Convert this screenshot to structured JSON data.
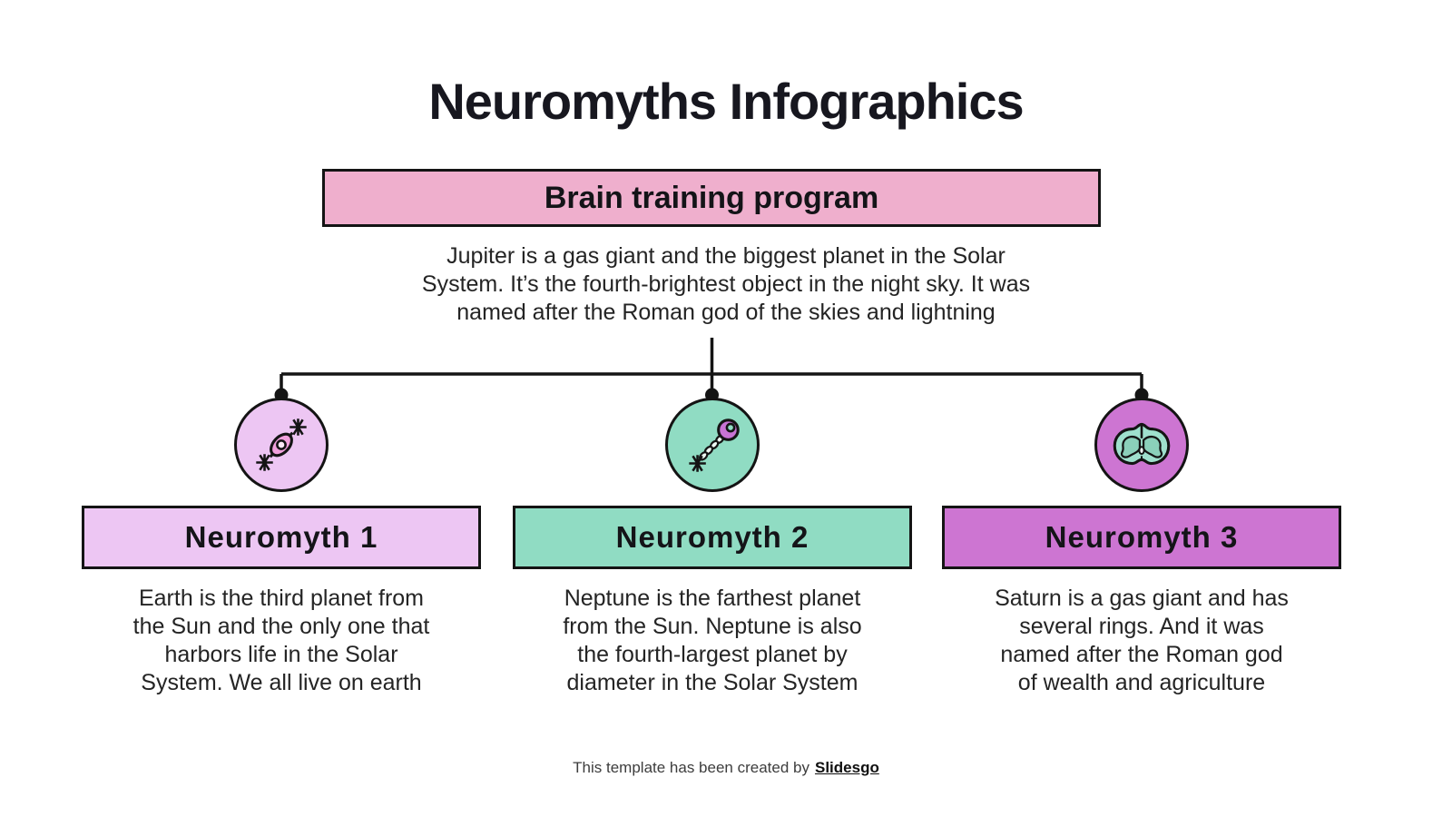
{
  "slide": {
    "title": "Neuromyths Infographics",
    "root": {
      "label": "Brain training program",
      "fill": "#efafcd",
      "description_lines": [
        "Jupiter is a gas giant and the biggest planet in the Solar",
        "System. It’s the fourth-brightest object in the night sky. It was",
        "named after the Roman god of the skies and lightning"
      ]
    },
    "branches": [
      {
        "label": "Neuromyth 1",
        "fill": "#edc6f3",
        "icon": "neuron-icon",
        "description_lines": [
          "Earth is the third planet from",
          "the Sun and the only one that",
          "harbors life in the Solar",
          "System. We all live on earth"
        ]
      },
      {
        "label": "Neuromyth 2",
        "fill": "#90dcc3",
        "icon": "myelinated-neuron-icon",
        "description_lines": [
          "Neptune is the farthest planet",
          "from the Sun. Neptune is also",
          "the fourth-largest planet by",
          "diameter in the Solar System"
        ]
      },
      {
        "label": "Neuromyth 3",
        "fill": "#cd75d2",
        "icon": "brain-cross-section-icon",
        "description_lines": [
          "Saturn is a gas giant and has",
          "several rings. And it was",
          "named after the Roman god",
          "of wealth and agriculture"
        ]
      }
    ],
    "footer": {
      "text": "This template has been created by",
      "brand": "Slidesgo"
    },
    "colors": {
      "background": "#ffffff",
      "ink": "#141414",
      "title_text": "#17171f",
      "body_text": "#242424"
    }
  }
}
